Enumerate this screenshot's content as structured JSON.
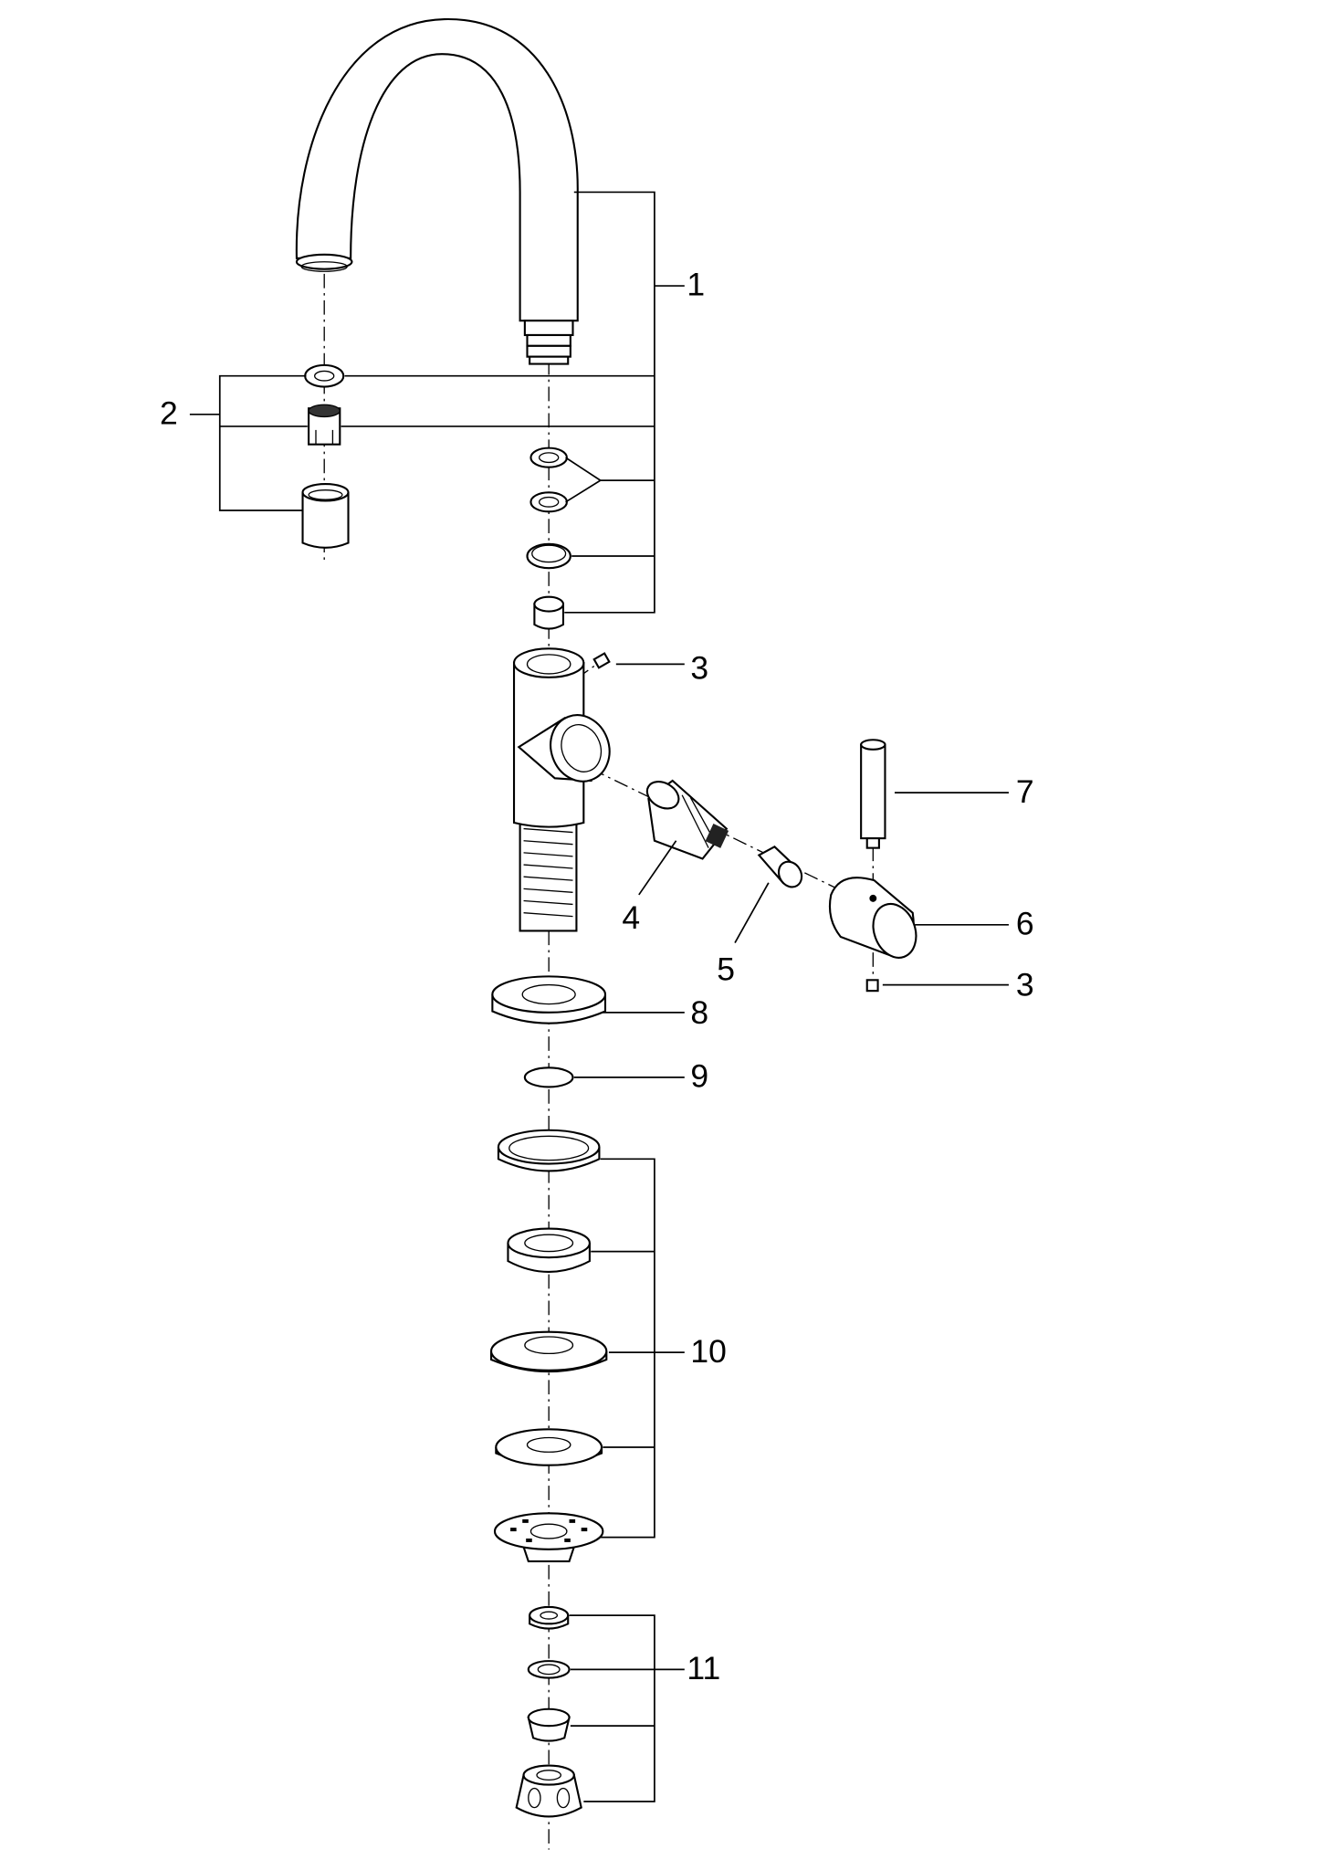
{
  "diagram": {
    "type": "exploded-parts-view",
    "callouts": {
      "c1": "1",
      "c2": "2",
      "c3a": "3",
      "c3b": "3",
      "c4": "4",
      "c5": "5",
      "c6": "6",
      "c7": "7",
      "c8": "8",
      "c9": "9",
      "c10": "10",
      "c11": "11"
    }
  }
}
